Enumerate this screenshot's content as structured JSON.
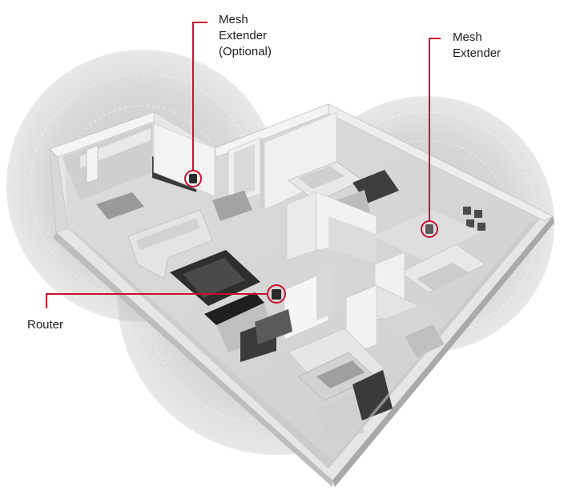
{
  "callouts": {
    "mesh_extender_optional": {
      "line1": "Mesh",
      "line2": "Extender",
      "line3": "(Optional)"
    },
    "mesh_extender": {
      "line1": "Mesh",
      "line2": "Extender"
    },
    "router": {
      "line1": "Router"
    }
  },
  "colors": {
    "callout_accent": "#c8102e",
    "coverage_zone": "#8a8a8a",
    "floor": "#d9d9d9",
    "walls": "#f2f2f2",
    "wall_shadow": "#b8b8b8",
    "furniture_dark": "#2b2b2b",
    "furniture_mid": "#7a7a7a",
    "text": "#1e1e1e"
  },
  "icons": [
    "router-marker-icon",
    "mesh-extender-marker-icon",
    "mesh-extender-optional-marker-icon"
  ]
}
